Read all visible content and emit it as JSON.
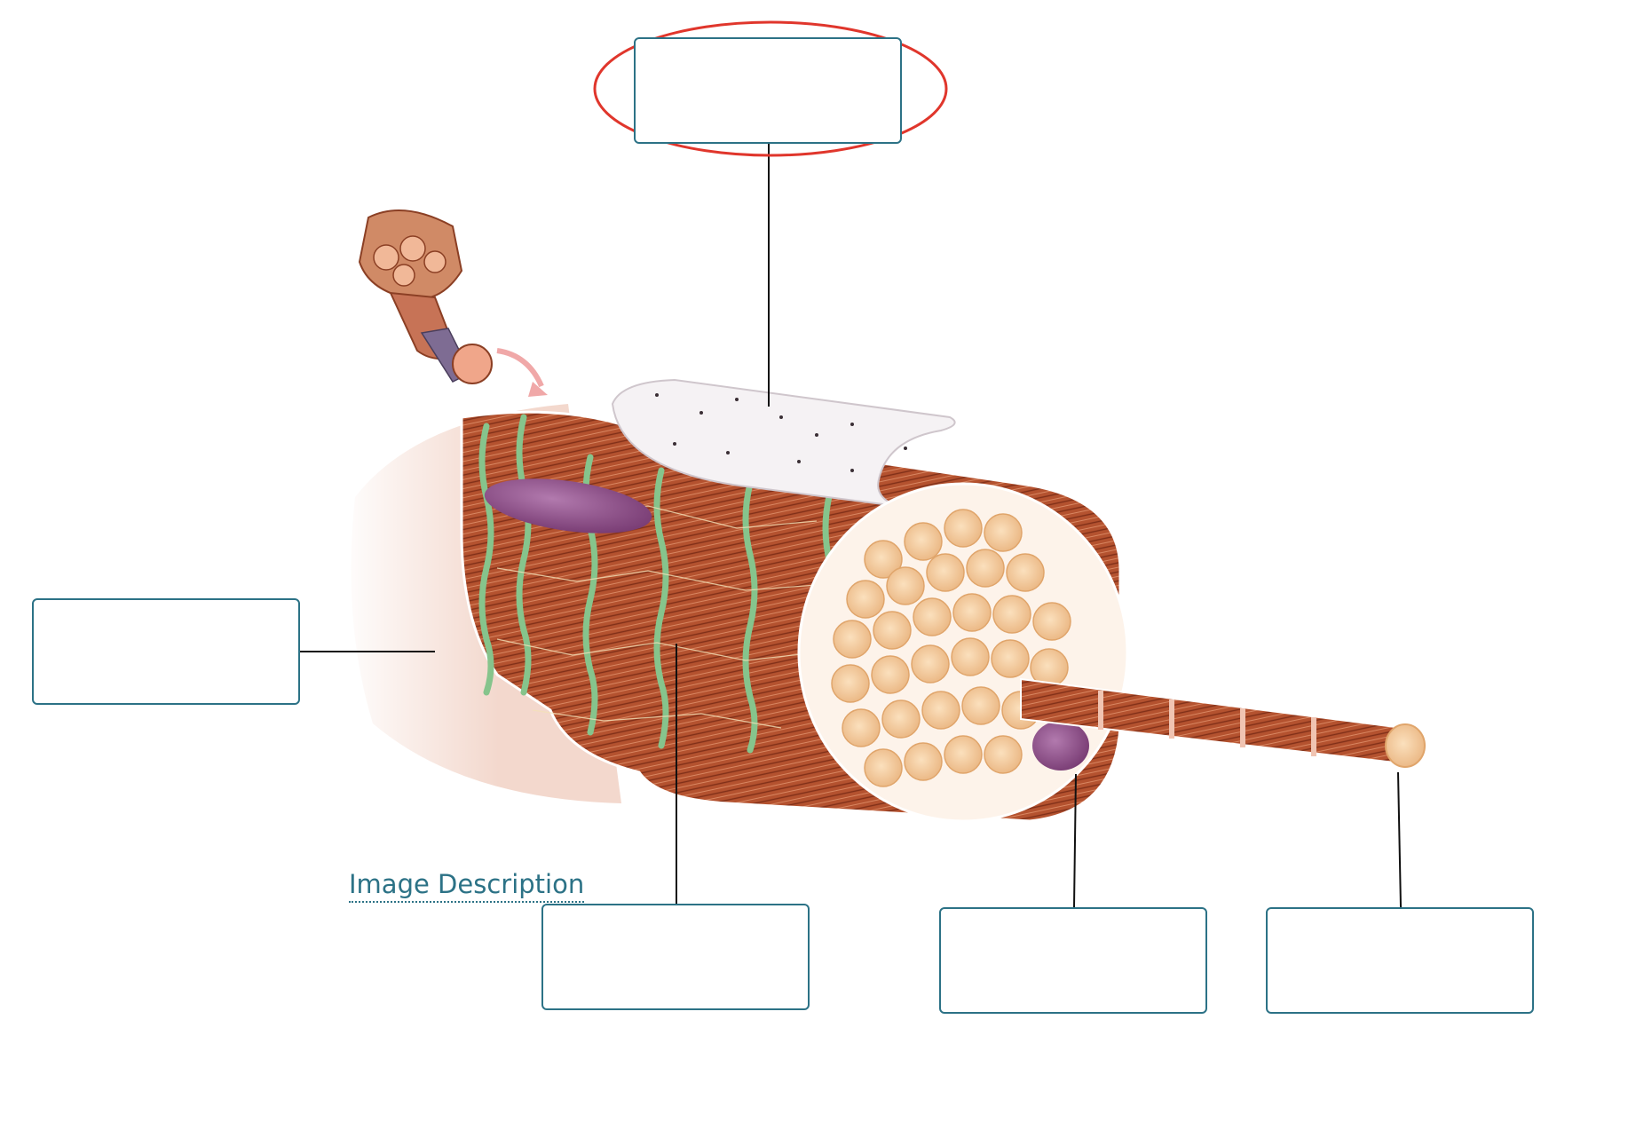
{
  "figure": {
    "image_description_link": "Image Description",
    "colors": {
      "box_border": "#2c7286",
      "highlight_ellipse": "#e0362c",
      "link_text": "#2c7286",
      "muscle_red": "#a8452b",
      "endomysium_green": "#86c48c",
      "nucleus_purple": "#8a4f86",
      "myofibril_tan": "#f1c99a"
    }
  },
  "label_boxes": [
    {
      "id": "box-top",
      "value": "",
      "highlighted": true
    },
    {
      "id": "box-left",
      "value": ""
    },
    {
      "id": "box-bottom-middle",
      "value": ""
    },
    {
      "id": "box-bottom-right-1",
      "value": ""
    },
    {
      "id": "box-bottom-right-2",
      "value": ""
    }
  ]
}
